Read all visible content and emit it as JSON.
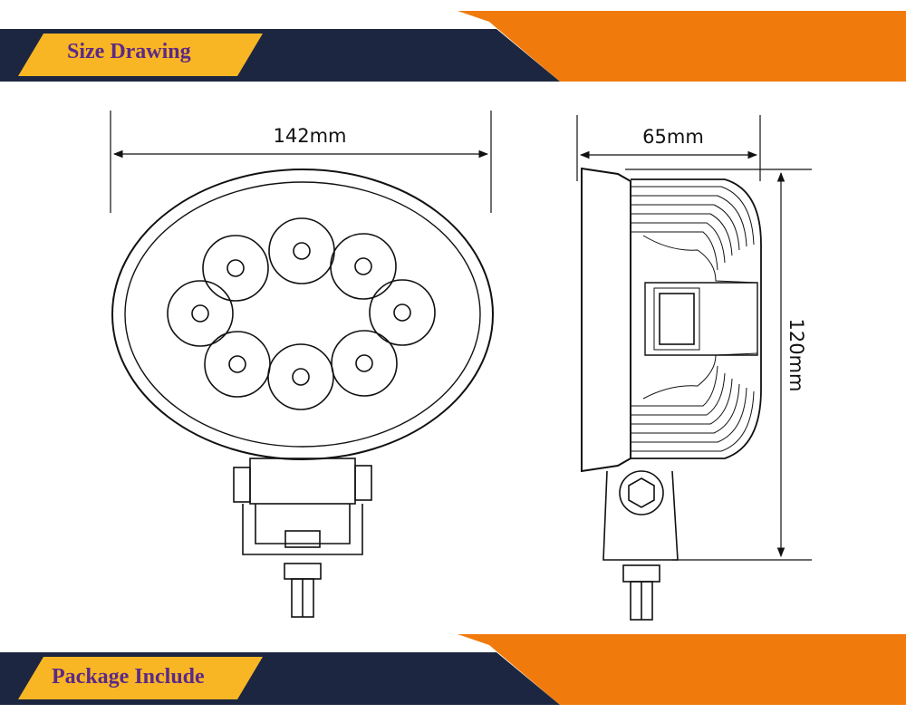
{
  "banners": {
    "top_label": "Size Drawing",
    "bottom_label": "Package Include"
  },
  "dimensions": {
    "width": "142mm",
    "depth": "65mm",
    "height": "120mm"
  },
  "colors": {
    "navy": "#1c2640",
    "orange": "#f07b0c",
    "yellow": "#f9b624",
    "label_text": "#5b2a86"
  }
}
